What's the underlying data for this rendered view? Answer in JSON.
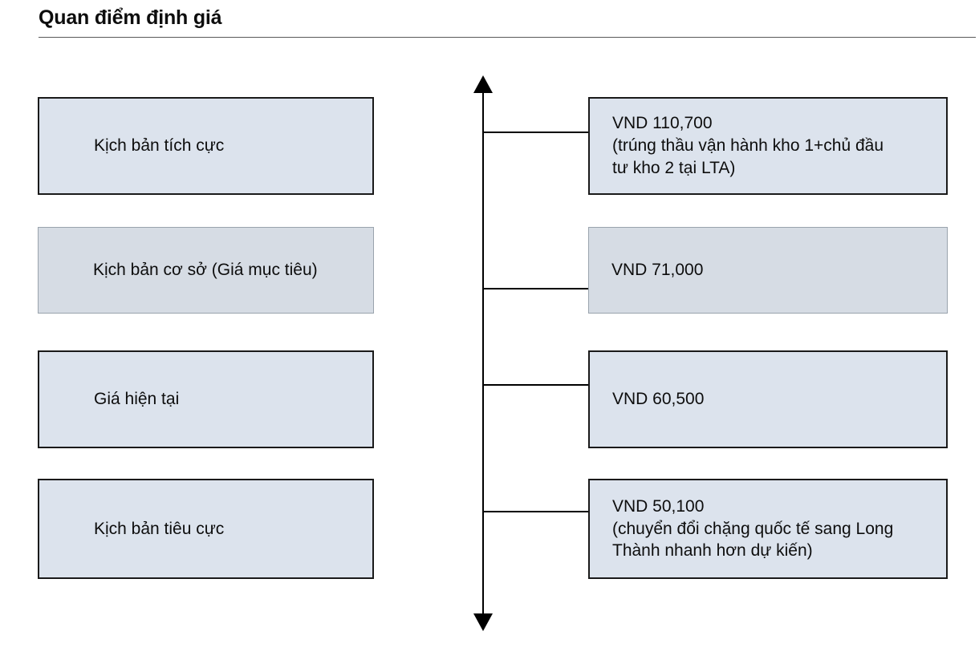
{
  "header": {
    "title": "Quan điểm định giá"
  },
  "diagram": {
    "type": "scenario-valuation-ladder",
    "axis": {
      "name": "vertical-double-arrow",
      "direction": "up-down"
    },
    "rows": [
      {
        "id": "row-positive",
        "scenario_label": "Kịch bản tích cực",
        "value_label": "VND 110,700\n(trúng thầu vận hành kho 1+chủ đầu\ntư kho 2 tại LTA)",
        "price": "110,700",
        "currency": "VND",
        "note": "(trúng thầu vận hành kho 1+chủ đầu tư kho 2 tại LTA)",
        "highlighted": false
      },
      {
        "id": "row-base",
        "scenario_label": "Kịch bản cơ sở (Giá mục tiêu)",
        "value_label": "VND 71,000",
        "price": "71,000",
        "currency": "VND",
        "note": "",
        "highlighted": true
      },
      {
        "id": "row-current",
        "scenario_label": "Giá hiện tại",
        "value_label": "VND 60,500",
        "price": "60,500",
        "currency": "VND",
        "note": "",
        "highlighted": false
      },
      {
        "id": "row-negative",
        "scenario_label": "Kịch bản tiêu cực",
        "value_label": "VND 50,100\n(chuyển đổi chặng quốc tế sang Long\nThành nhanh hơn dự kiến)",
        "price": "50,100",
        "currency": "VND",
        "note": "(chuyển đổi chặng quốc tế sang Long Thành nhanh hơn dự kiến)",
        "highlighted": false
      }
    ]
  },
  "colors": {
    "box_fill": "#dce3ed",
    "box_fill_highlight": "#d6dce4",
    "box_border": "#1a1a1a",
    "box_border_soft": "#9aa3ad",
    "rule": "#595959",
    "text": "#0d0d0d",
    "arrow": "#000000"
  }
}
